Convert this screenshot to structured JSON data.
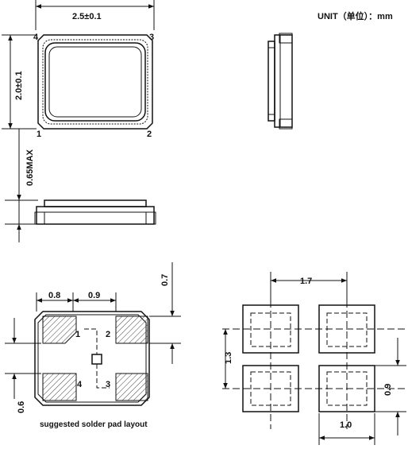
{
  "unit_label": "UNIT（单位）：mm",
  "dimensions": {
    "length": "2.5±0.1",
    "width": "2.0±0.1",
    "height_max": "0.65MAX"
  },
  "pin_numbers": {
    "top_left": "4",
    "top_right": "3",
    "bottom_left": "1",
    "bottom_right": "2"
  },
  "pad_layout": {
    "dim_pad_width": "0.8",
    "dim_pad_gap": "0.9",
    "dim_pad_height": "0.7",
    "dim_pad_vgap": "0.6",
    "pad_labels": [
      "1",
      "2",
      "3",
      "4"
    ],
    "caption": "suggested solder pad layout"
  },
  "pad_grid": {
    "dim_pitch_x": "1.7",
    "dim_pitch_y": "1.3",
    "dim_pad_w": "1.0",
    "dim_pad_h": "0.9"
  },
  "hatch_color": "#444444",
  "line_color": "#111111"
}
